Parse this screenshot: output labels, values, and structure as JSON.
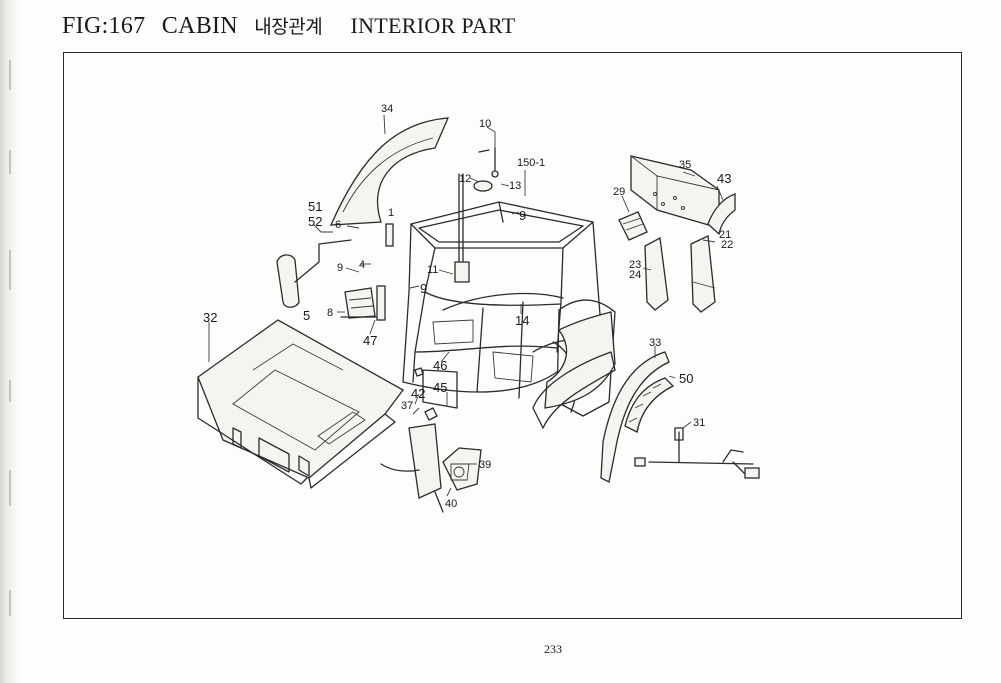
{
  "header": {
    "figure": "FIG:167",
    "section": "CABIN",
    "korean_title": "내장관계",
    "english_title": "INTERIOR PART"
  },
  "diagram": {
    "callouts": [
      {
        "id": "c34",
        "label": "34"
      },
      {
        "id": "c10",
        "label": "10"
      },
      {
        "id": "c150",
        "label": "150-1"
      },
      {
        "id": "c12",
        "label": "12"
      },
      {
        "id": "c13",
        "label": "13"
      },
      {
        "id": "c9a",
        "label": "9"
      },
      {
        "id": "c35",
        "label": "35"
      },
      {
        "id": "c43",
        "label": "43"
      },
      {
        "id": "c29",
        "label": "29"
      },
      {
        "id": "c21",
        "label": "21"
      },
      {
        "id": "c22",
        "label": "22"
      },
      {
        "id": "c23",
        "label": "23"
      },
      {
        "id": "c24",
        "label": "24"
      },
      {
        "id": "c51",
        "label": "51"
      },
      {
        "id": "c52",
        "label": "52"
      },
      {
        "id": "c6",
        "label": "6"
      },
      {
        "id": "c1",
        "label": "1"
      },
      {
        "id": "c4",
        "label": "4"
      },
      {
        "id": "c9b",
        "label": "9"
      },
      {
        "id": "c11",
        "label": "11"
      },
      {
        "id": "c9c",
        "label": "9"
      },
      {
        "id": "c8",
        "label": "8"
      },
      {
        "id": "c5",
        "label": "5"
      },
      {
        "id": "c47",
        "label": "47"
      },
      {
        "id": "c14",
        "label": "14"
      },
      {
        "id": "c32",
        "label": "32"
      },
      {
        "id": "c46",
        "label": "46"
      },
      {
        "id": "c33",
        "label": "33"
      },
      {
        "id": "c50",
        "label": "50"
      },
      {
        "id": "c42",
        "label": "42"
      },
      {
        "id": "c45",
        "label": "45"
      },
      {
        "id": "c37",
        "label": "37"
      },
      {
        "id": "c31",
        "label": "31"
      },
      {
        "id": "c39",
        "label": "39"
      },
      {
        "id": "c40",
        "label": "40"
      }
    ]
  },
  "footer": {
    "page_number": "233"
  }
}
